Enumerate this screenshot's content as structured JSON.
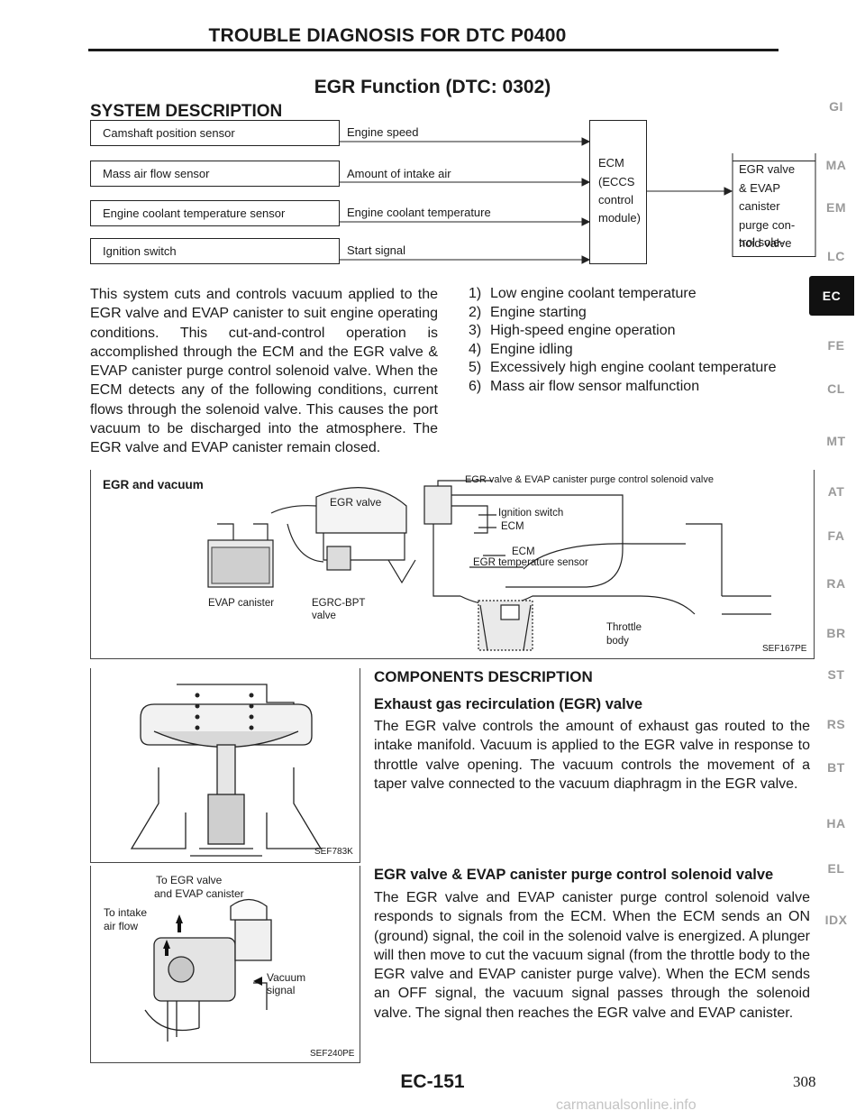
{
  "header": {
    "title": "TROUBLE DIAGNOSIS FOR DTC P0400"
  },
  "subtitle": "EGR Function (DTC: 0302)",
  "system_description": {
    "heading": "SYSTEM DESCRIPTION",
    "sensors": [
      "Camshaft position sensor",
      "Mass air flow sensor",
      "Engine coolant temperature sensor",
      "Ignition switch"
    ],
    "signals": [
      "Engine speed",
      "Amount of intake air",
      "Engine coolant temperature",
      "Start signal"
    ],
    "ecm_lines": [
      "ECM",
      "(ECCS",
      "control",
      "module)"
    ],
    "output_lines": [
      "EGR valve",
      "& EVAP",
      "canister",
      "purge con-",
      "trol sole-",
      "noid valve"
    ],
    "paragraph": "This system cuts and controls vacuum applied to the EGR valve and EVAP canister to suit engine operating conditions. This cut-and-control operation is accomplished through the ECM and the EGR valve & EVAP canister purge control solenoid valve. When the ECM detects any of the following conditions, current flows through the solenoid valve. This causes the port vacuum to be discharged into the atmosphere. The EGR valve and EVAP canister remain closed.",
    "conditions": [
      {
        "n": "1)",
        "text": "Low engine coolant temperature"
      },
      {
        "n": "2)",
        "text": "Engine starting"
      },
      {
        "n": "3)",
        "text": "High-speed engine operation"
      },
      {
        "n": "4)",
        "text": "Engine idling"
      },
      {
        "n": "5)",
        "text": "Excessively high engine coolant temperature"
      },
      {
        "n": "6)",
        "text": "Mass air flow sensor malfunction"
      }
    ]
  },
  "vacuum_figure": {
    "title": "EGR and vacuum",
    "solenoid_label": "EGR valve & EVAP canister purge control solenoid valve",
    "egr_valve": "EGR valve",
    "ignition_switch": "Ignition switch",
    "ecm1": "ECM",
    "ecm2": "ECM",
    "egr_temp_sensor": "EGR temperature sensor",
    "evap_canister": "EVAP canister",
    "egrc_bpt_1": "EGRC-BPT",
    "egrc_bpt_2": "valve",
    "throttle_1": "Throttle",
    "throttle_2": "body",
    "code": "SEF167PE"
  },
  "egr_figure": {
    "code": "SEF783K"
  },
  "solenoid_figure": {
    "to_egr_1": "To EGR valve",
    "to_egr_2": "and EVAP canister",
    "to_intake_1": "To intake",
    "to_intake_2": "air flow",
    "vacuum_1": "Vacuum",
    "vacuum_2": "signal",
    "code": "SEF240PE"
  },
  "components": {
    "heading": "COMPONENTS DESCRIPTION",
    "egr_heading": "Exhaust gas recirculation (EGR) valve",
    "egr_text": "The EGR valve controls the amount of exhaust gas routed to the intake manifold. Vacuum is applied to the EGR valve in response to throttle valve opening. The vacuum controls the movement of a taper valve connected to the vacuum diaphragm in the EGR valve.",
    "sol_heading": "EGR valve & EVAP canister purge control solenoid valve",
    "sol_text": "The EGR valve and EVAP canister purge control solenoid valve responds to signals from the ECM. When the ECM sends an ON (ground) signal, the coil in the solenoid valve is energized. A plunger will then move to cut the vacuum signal (from the throttle body to the EGR valve and EVAP canister purge valve). When the ECM sends an OFF signal, the vacuum signal passes through the solenoid valve. The signal then reaches the EGR valve and EVAP canister."
  },
  "side_tabs": [
    "GI",
    "MA",
    "EM",
    "LC",
    "EC",
    "FE",
    "CL",
    "MT",
    "AT",
    "FA",
    "RA",
    "BR",
    "ST",
    "RS",
    "BT",
    "HA",
    "EL",
    "IDX"
  ],
  "active_tab": "EC",
  "footer": {
    "page_code": "EC-151",
    "page_number": "308",
    "watermark": "carmanualsonline.info"
  }
}
